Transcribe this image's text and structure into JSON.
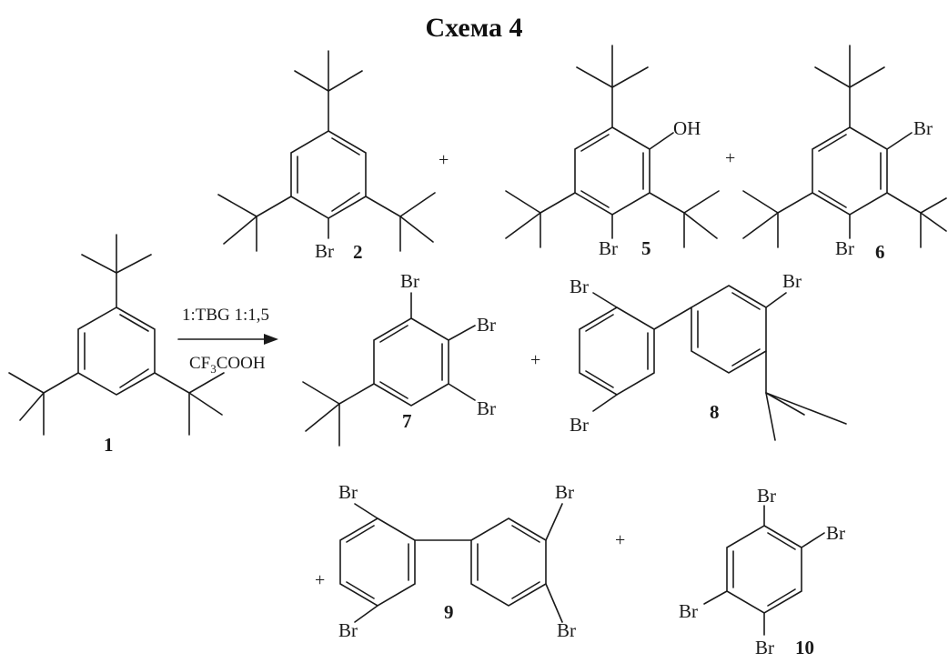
{
  "title": "Схема 4",
  "reagent": {
    "condition_top": "1:TBG 1:1,5",
    "condition_bottom_prefix": "CF",
    "condition_bottom_sub": "3",
    "condition_bottom_suffix": "COOH"
  },
  "compounds": [
    {
      "id": "1",
      "label": "1"
    },
    {
      "id": "2",
      "label": "2",
      "substituents": [
        "Br"
      ]
    },
    {
      "id": "5",
      "label": "5",
      "substituents": [
        "OH",
        "Br"
      ]
    },
    {
      "id": "6",
      "label": "6",
      "substituents": [
        "Br",
        "Br"
      ]
    },
    {
      "id": "7",
      "label": "7",
      "substituents": [
        "Br",
        "Br",
        "Br"
      ]
    },
    {
      "id": "8",
      "label": "8",
      "substituents": [
        "Br",
        "Br",
        "Br"
      ]
    },
    {
      "id": "9",
      "label": "9",
      "substituents": [
        "Br",
        "Br",
        "Br",
        "Br"
      ]
    },
    {
      "id": "10",
      "label": "10",
      "substituents": [
        "Br",
        "Br",
        "Br",
        "Br"
      ]
    }
  ],
  "plus_sign": "+",
  "colors": {
    "ink": "#1a1a1a"
  }
}
